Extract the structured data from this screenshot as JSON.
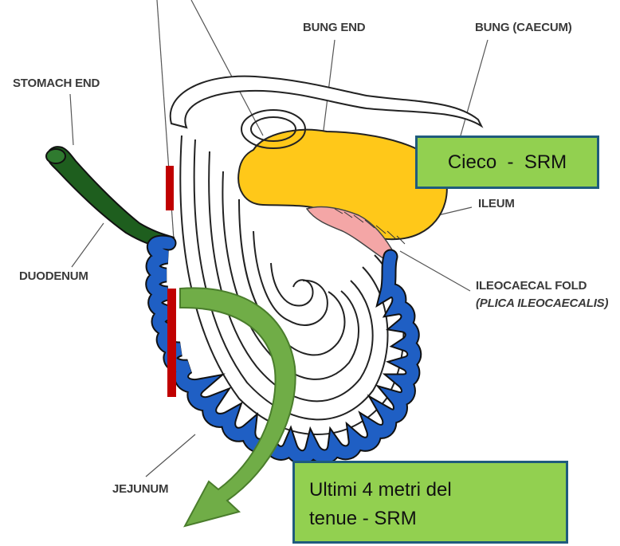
{
  "labels": {
    "stomach_end": "STOMACH END",
    "duodenum": "DUODENUM",
    "jejunum": "JEJUNUM",
    "bung_end": "BUNG END",
    "bung_caecum": "BUNG (CAECUM)",
    "ileum": "ILEUM",
    "ileocaecal_fold": "ILEOCAECAL FOLD",
    "plica": "(PLICA ILEOCAECALIS)"
  },
  "callouts": {
    "cieco": "Cieco  -  SRM",
    "tenue_line1": "Ultimi 4 metri del",
    "tenue_line2": "tenue - SRM"
  },
  "colors": {
    "stomach_end": "#1e5e1e",
    "jejunum": "#1f5fc4",
    "caecum": "#ffc819",
    "ileum": "#f4a6a6",
    "marker": "#c00000",
    "arrow": "#70ad47",
    "callout_fill": "#92d050",
    "callout_border": "#1f5b7d"
  }
}
